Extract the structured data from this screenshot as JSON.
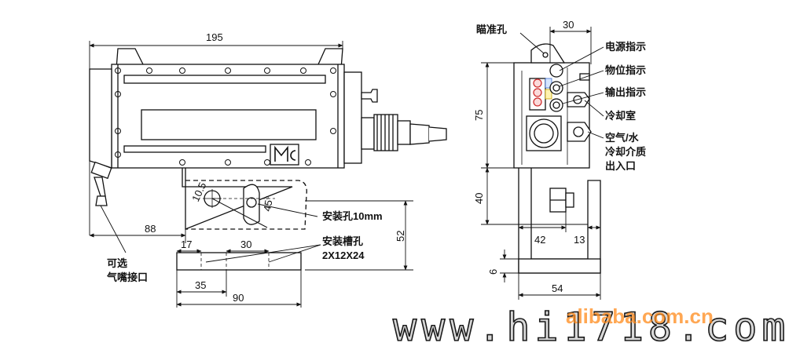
{
  "side_view": {
    "dims": {
      "length": "195",
      "mount_offset": "88",
      "slot_offset": "17",
      "slot_spacing": "30",
      "hole_offset": "35",
      "base_width": "90",
      "height": "52",
      "hole_dia": "10.5",
      "angle": "45°"
    },
    "labels": {
      "mount_hole": "安装孔10mm",
      "mount_slot": "安装槽孔",
      "mount_slot_size": "2X12X24",
      "optional_1": "可选",
      "optional_2": "气嘴接口"
    },
    "logo_text": "MC"
  },
  "front_view": {
    "dims": {
      "width": "30",
      "height_upper": "75",
      "height_lower": "40",
      "offset": "42",
      "bracket_thick": "13",
      "base_thick": "6",
      "base_width": "54"
    },
    "labels": {
      "aim_hole": "瞄准孔",
      "power_ind": "电源指示",
      "object_ind": "物位指示",
      "output_ind": "输出指示",
      "cooling_chamber": "冷却室",
      "air_water": "空气/水",
      "coolant_medium": "冷却介质",
      "inlet_outlet": "出入口"
    }
  },
  "watermark": {
    "site": "www.hi1718.com",
    "brand": "alibaba.com.cn"
  }
}
